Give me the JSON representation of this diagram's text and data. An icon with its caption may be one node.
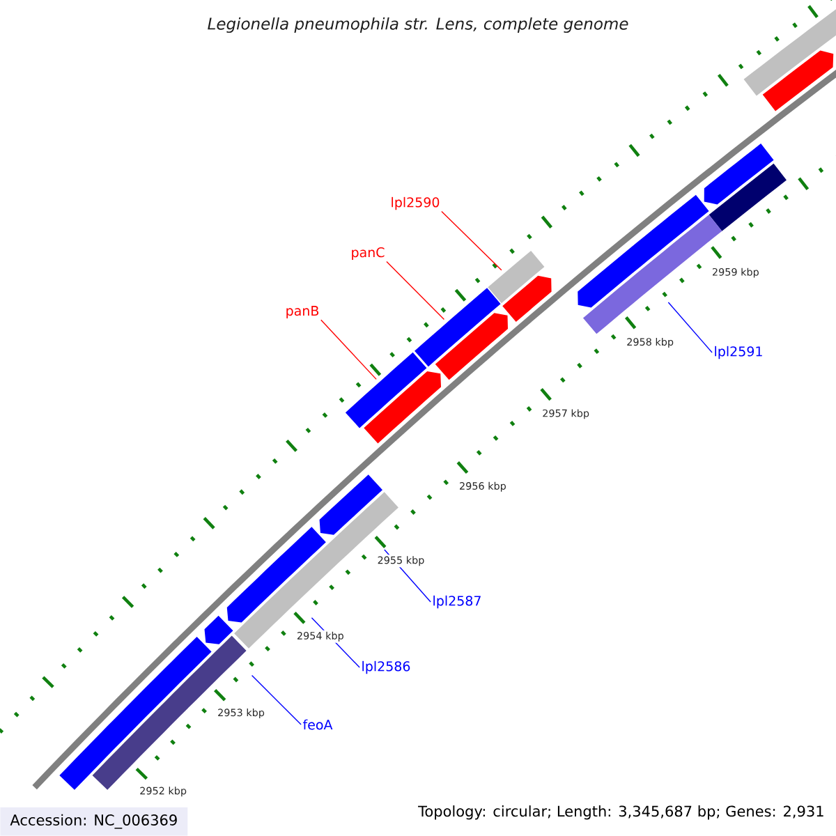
{
  "diagram": {
    "title": "Legionella pneumophila str. Lens, complete genome",
    "nodes": [
      {
        "text": [
          "lpl2590"
        ]
      },
      {
        "text": [
          "panC"
        ]
      },
      {
        "text": [
          "panB"
        ]
      },
      {
        "text": [
          "lpl2591"
        ]
      },
      {
        "text": [
          "lpl2587"
        ]
      },
      {
        "text": [
          "lpl2586"
        ]
      },
      {
        "text": [
          "feoA"
        ]
      },
      {
        "text": [],
        "shape": "bar"
      },
      {
        "text": [],
        "shape": "bar"
      },
      {
        "text": [],
        "shape": "bar"
      },
      {
        "text": [],
        "shape": "bar"
      },
      {
        "text": [],
        "shape": "bar"
      },
      {
        "text": [],
        "shape": "bar"
      },
      {
        "text": [],
        "shape": "bar"
      },
      {
        "text": [],
        "shape": "bar"
      }
    ],
    "edges": [
      {
        "from": 0,
        "to": 7,
        "arrow": "none",
        "color": "#ff0000"
      },
      {
        "from": 1,
        "to": 8,
        "arrow": "none",
        "color": "#ff0000"
      },
      {
        "from": 2,
        "to": 9,
        "arrow": "none",
        "color": "#ff0000"
      },
      {
        "from": 3,
        "to": 10,
        "arrow": "none"
      },
      {
        "from": 4,
        "to": 11,
        "arrow": "none"
      },
      {
        "from": 5,
        "to": 11,
        "arrow": "none"
      },
      {
        "from": 6,
        "to": 12,
        "arrow": "none"
      }
    ],
    "labels": [
      "2959 kbp",
      "2958 kbp",
      "2957 kbp",
      "2956 kbp",
      "2955 kbp",
      "2954 kbp",
      "2953 kbp",
      "2952 kbp",
      "Accession: NC_006369",
      "Topology: circular; Length: 3,345,687 bp; Genes: 2,931"
    ]
  }
}
